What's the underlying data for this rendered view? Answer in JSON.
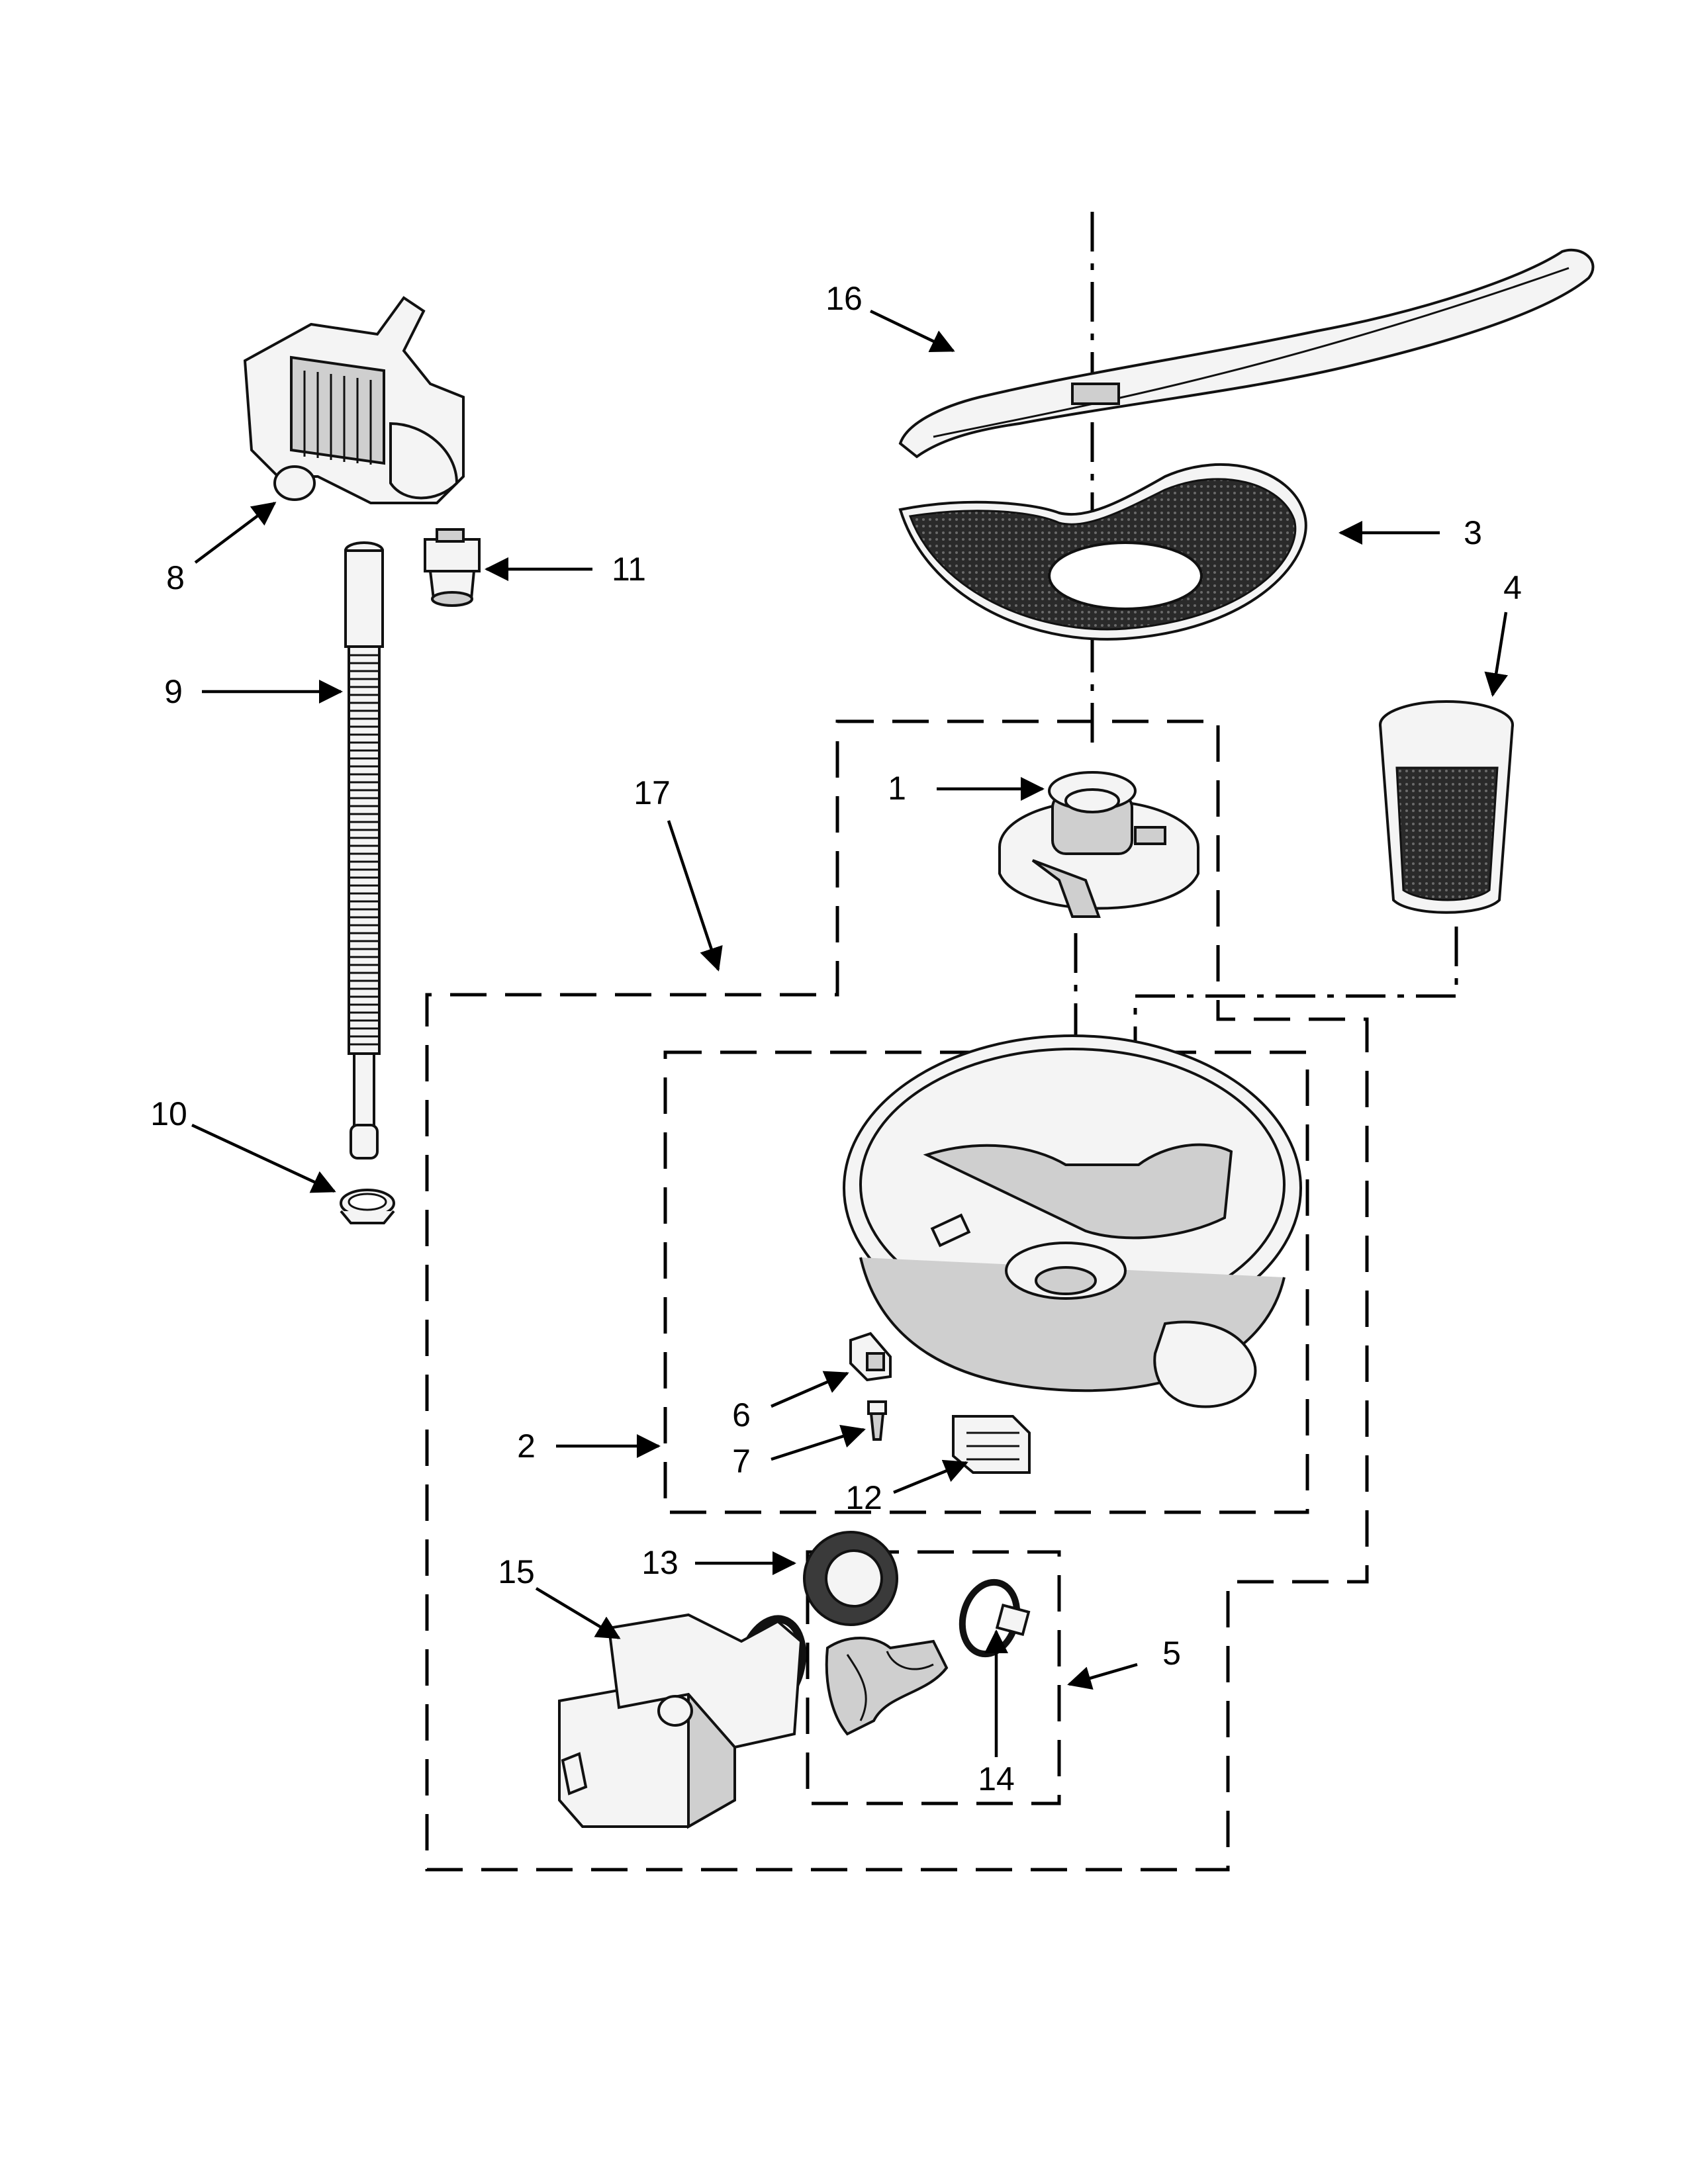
{
  "diagram": {
    "callouts": [
      {
        "id": "c1",
        "text": "1"
      },
      {
        "id": "c2",
        "text": "2"
      },
      {
        "id": "c3",
        "text": "3"
      },
      {
        "id": "c4",
        "text": "4"
      },
      {
        "id": "c5",
        "text": "5"
      },
      {
        "id": "c6",
        "text": "6"
      },
      {
        "id": "c7",
        "text": "7"
      },
      {
        "id": "c8",
        "text": "8"
      },
      {
        "id": "c9",
        "text": "9"
      },
      {
        "id": "c10",
        "text": "10"
      },
      {
        "id": "c11",
        "text": "11"
      },
      {
        "id": "c12",
        "text": "12"
      },
      {
        "id": "c13",
        "text": "13"
      },
      {
        "id": "c14",
        "text": "14"
      },
      {
        "id": "c15",
        "text": "15"
      },
      {
        "id": "c16",
        "text": "16"
      },
      {
        "id": "c17",
        "text": "17"
      }
    ],
    "colors": {
      "line": "#000000",
      "background": "#ffffff"
    }
  }
}
